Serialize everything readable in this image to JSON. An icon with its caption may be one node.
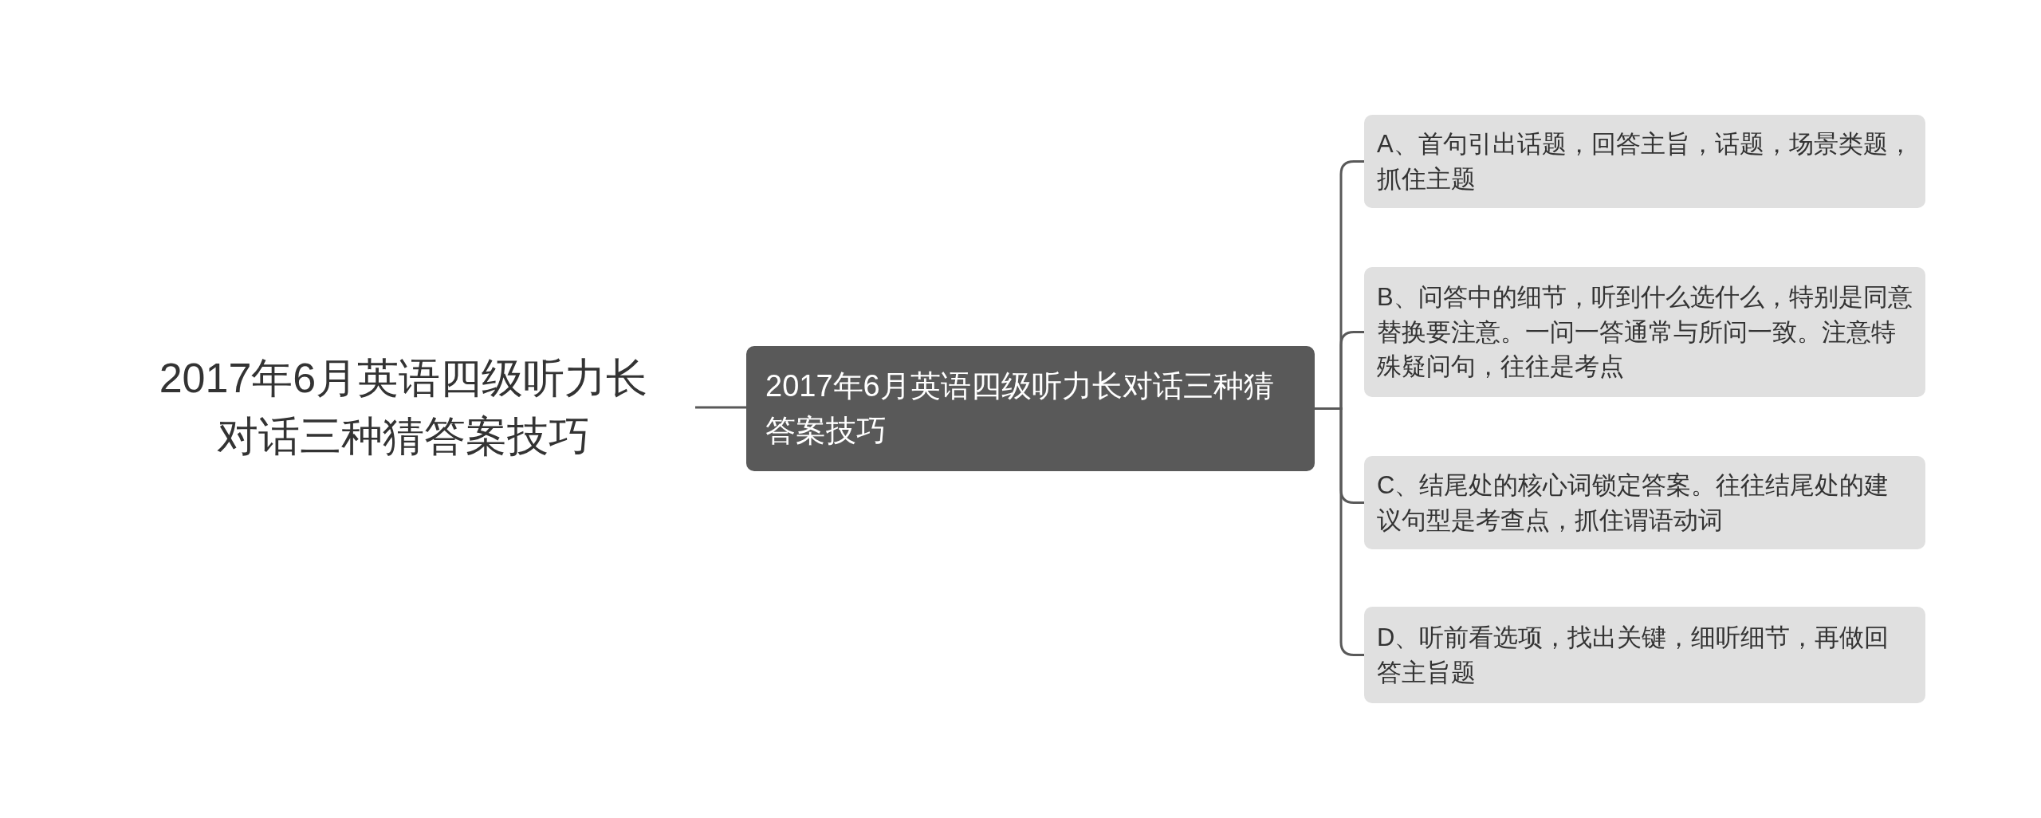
{
  "diagram": {
    "nodes": [
      {
        "text": [
          "2017年6月英语四级听力长对话三种猜答案技巧"
        ]
      },
      {
        "text": [
          "2017年6月英语四级听力长对话三种猜答案技巧"
        ]
      },
      {
        "text": [
          "A、首句引出话题，回答主旨，话题，场景类题，抓住主题"
        ]
      },
      {
        "text": [
          "B、问答中的细节，听到什么选什么，特别是同意替换要注意。一问一答通常与所问一致。注意特殊疑问句，往往是考点"
        ]
      },
      {
        "text": [
          "C、结尾处的核心词锁定答案。往往结尾处的建议句型是考查点，抓住谓语动词"
        ]
      },
      {
        "text": [
          "D、听前看选项，找出关键，细听细节，再做回答主旨题"
        ]
      }
    ],
    "edges": [
      {
        "from": 0,
        "to": 1,
        "arrow": "none"
      },
      {
        "from": 1,
        "to": 2,
        "arrow": "none"
      },
      {
        "from": 1,
        "to": 3,
        "arrow": "none"
      },
      {
        "from": 1,
        "to": 4,
        "arrow": "none"
      },
      {
        "from": 1,
        "to": 5,
        "arrow": "none"
      }
    ]
  }
}
